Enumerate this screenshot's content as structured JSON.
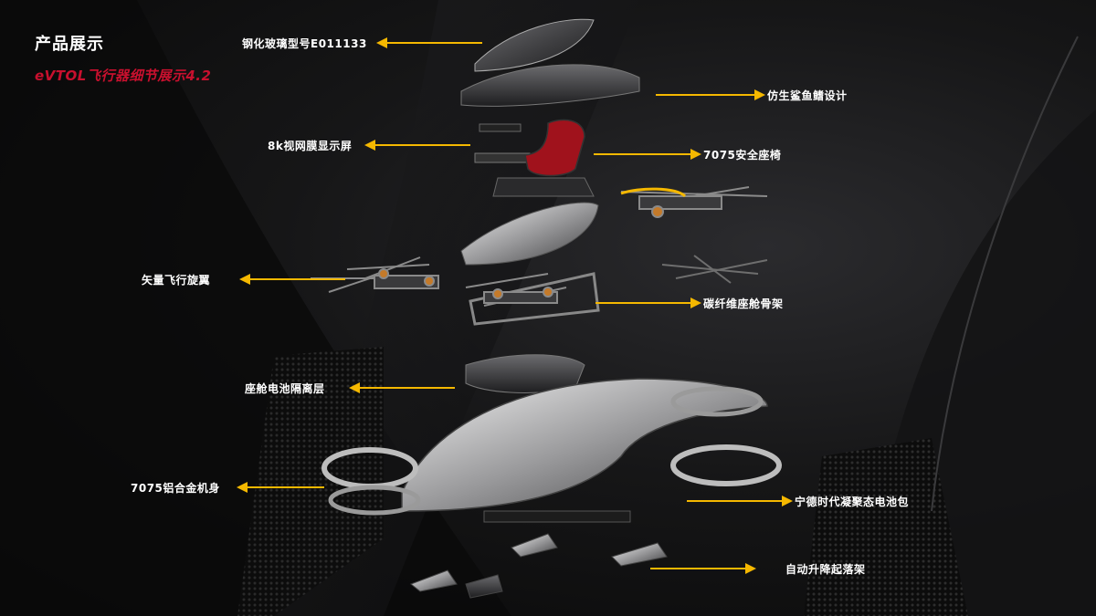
{
  "header": {
    "title": "产品展示",
    "subtitle": "eVTOL飞行器细节展示4.2"
  },
  "colors": {
    "accent_red": "#c8102e",
    "arrow_yellow": "#f5b800",
    "label_white": "#ffffff",
    "seat_red": "#a0121c"
  },
  "callouts": {
    "glass": "钢化玻璃型号E011133",
    "shark_gill": "仿生鲨鱼鳍设计",
    "display": "8k视网膜显示屏",
    "seat": "7075安全座椅",
    "rotor": "矢量飞行旋翼",
    "frame": "碳纤维座舱骨架",
    "insulation": "座舱电池隔离层",
    "body": "7075铝合金机身",
    "battery": "宁德时代凝聚态电池包",
    "landing_gear": "自动升降起落架"
  }
}
